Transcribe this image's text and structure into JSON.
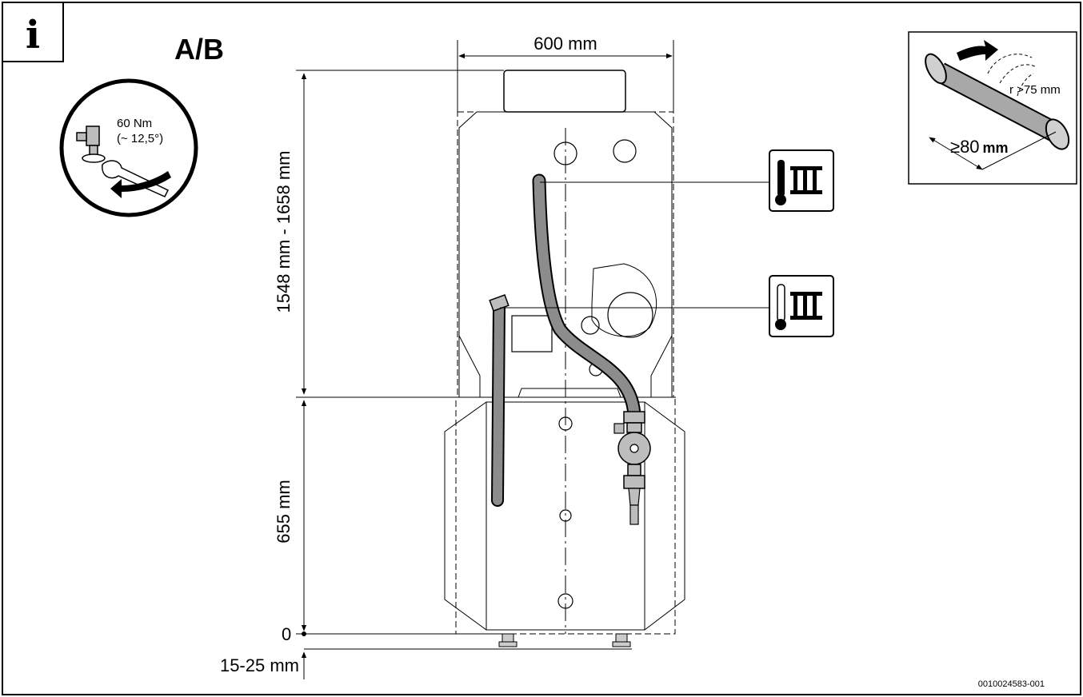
{
  "info": {
    "icon": "info-icon",
    "glyph": "i"
  },
  "variant_label": "A/B",
  "torque_detail": {
    "line1": "60 Nm",
    "line2": "(~ 12,5°)"
  },
  "dimensions": {
    "width": "600 mm",
    "total_height": "1548 mm - 1658 mm",
    "lower_height": "655 mm",
    "zero": "0",
    "foot_adjust": "15-25 mm"
  },
  "pipe_detail": {
    "bend_radius": "r >75 mm",
    "min_length_prefix": "≥80",
    "min_length_unit": "mm"
  },
  "heating_symbols": [
    {
      "name": "heating-flow-icon",
      "meaning": "thermometer-radiator-hot"
    },
    {
      "name": "heating-return-icon",
      "meaning": "thermometer-radiator-cold"
    }
  ],
  "drawing_number": "0010024583-001",
  "colors": {
    "pipe": "#8c8c8c",
    "line": "#000000",
    "background": "#ffffff"
  }
}
